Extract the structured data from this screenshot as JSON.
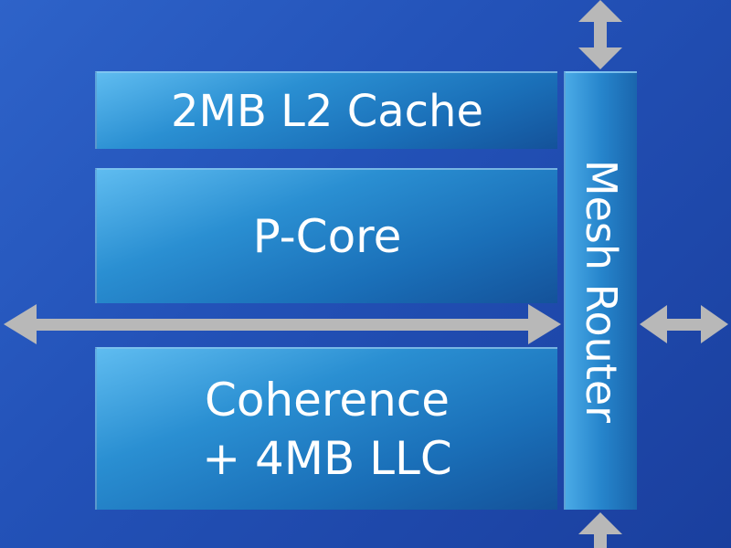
{
  "blocks": {
    "l2_cache": "2MB L2 Cache",
    "p_core": "P-Core",
    "llc_line1": "Coherence",
    "llc_line2": "+ 4MB LLC",
    "mesh_router": "Mesh Router"
  },
  "colors": {
    "background": "#2352b8",
    "block": "#1a6fb8",
    "arrow": "#b8b8b8"
  }
}
